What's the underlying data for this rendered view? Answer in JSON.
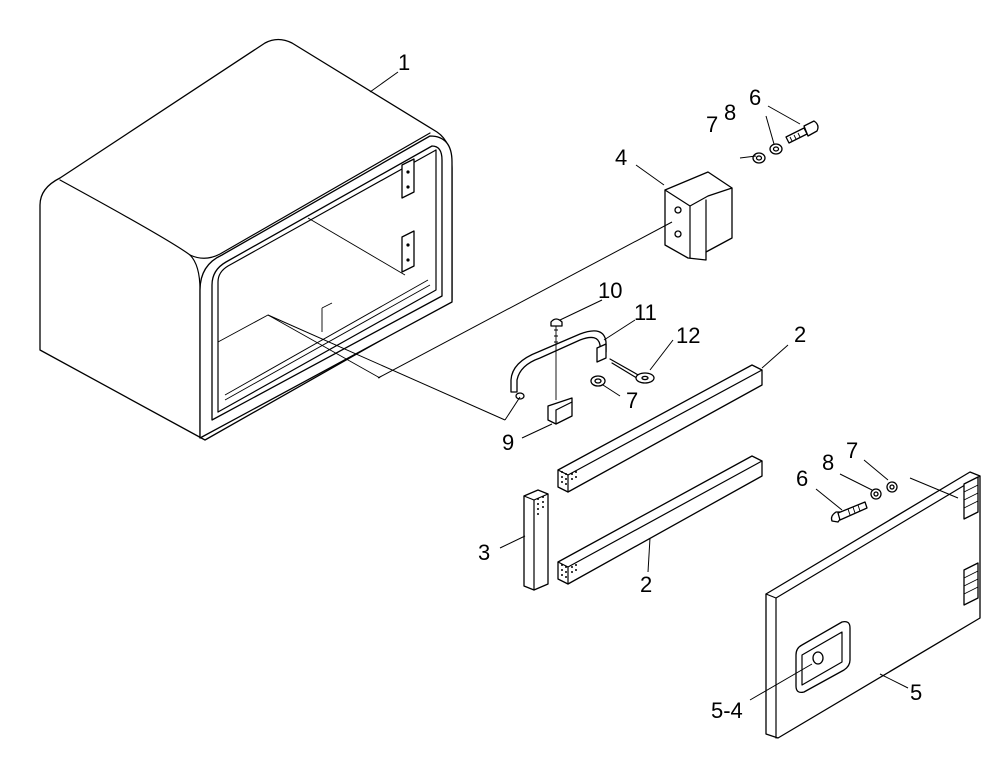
{
  "callouts": {
    "c1": "1",
    "c2a": "2",
    "c2b": "2",
    "c3": "3",
    "c4": "4",
    "c5": "5",
    "c5_4": "5-4",
    "c6a": "6",
    "c6b": "6",
    "c7a": "7",
    "c7b": "7",
    "c7c": "7",
    "c8a": "8",
    "c8b": "8",
    "c9": "9",
    "c10": "10",
    "c11": "11",
    "c12": "12"
  },
  "colors": {
    "line": "#000000",
    "background": "#ffffff"
  }
}
